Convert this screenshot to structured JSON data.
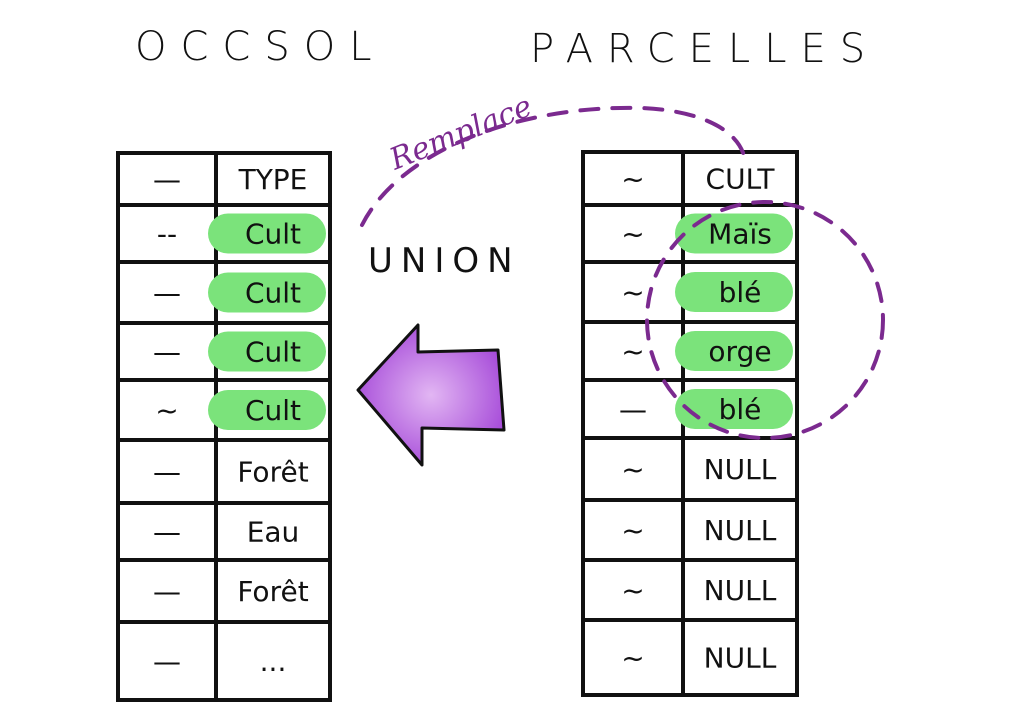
{
  "left_table": {
    "title": "OCCSOL",
    "header": {
      "id": "—",
      "value": "TYPE"
    },
    "rows": [
      {
        "id": "--",
        "value": "Cult",
        "highlight": true
      },
      {
        "id": "—",
        "value": "Cult",
        "highlight": true
      },
      {
        "id": "—",
        "value": "Cult",
        "highlight": true
      },
      {
        "id": "~",
        "value": "Cult",
        "highlight": true
      },
      {
        "id": "—",
        "value": "Forêt",
        "highlight": false
      },
      {
        "id": "—",
        "value": "Eau",
        "highlight": false
      },
      {
        "id": "—",
        "value": "Forêt",
        "highlight": false
      },
      {
        "id": "—",
        "value": "...",
        "highlight": false
      }
    ]
  },
  "right_table": {
    "title": "PARCELLES",
    "header": {
      "id": "~",
      "value": "CULT"
    },
    "rows": [
      {
        "id": "~",
        "value": "Maïs",
        "highlight": true
      },
      {
        "id": "~",
        "value": "blé",
        "highlight": true
      },
      {
        "id": "~",
        "value": "orge",
        "highlight": true
      },
      {
        "id": "—",
        "value": "blé",
        "highlight": true
      },
      {
        "id": "~",
        "value": "NULL",
        "highlight": false
      },
      {
        "id": "~",
        "value": "NULL",
        "highlight": false
      },
      {
        "id": "~",
        "value": "NULL",
        "highlight": false
      },
      {
        "id": "~",
        "value": "NULL",
        "highlight": false
      }
    ]
  },
  "annotations": {
    "union": "UNION",
    "replace": "Remplace"
  },
  "colors": {
    "highlight": "#7be37b",
    "annotation": "#7b2a8f",
    "arrow": "#b455dc"
  }
}
